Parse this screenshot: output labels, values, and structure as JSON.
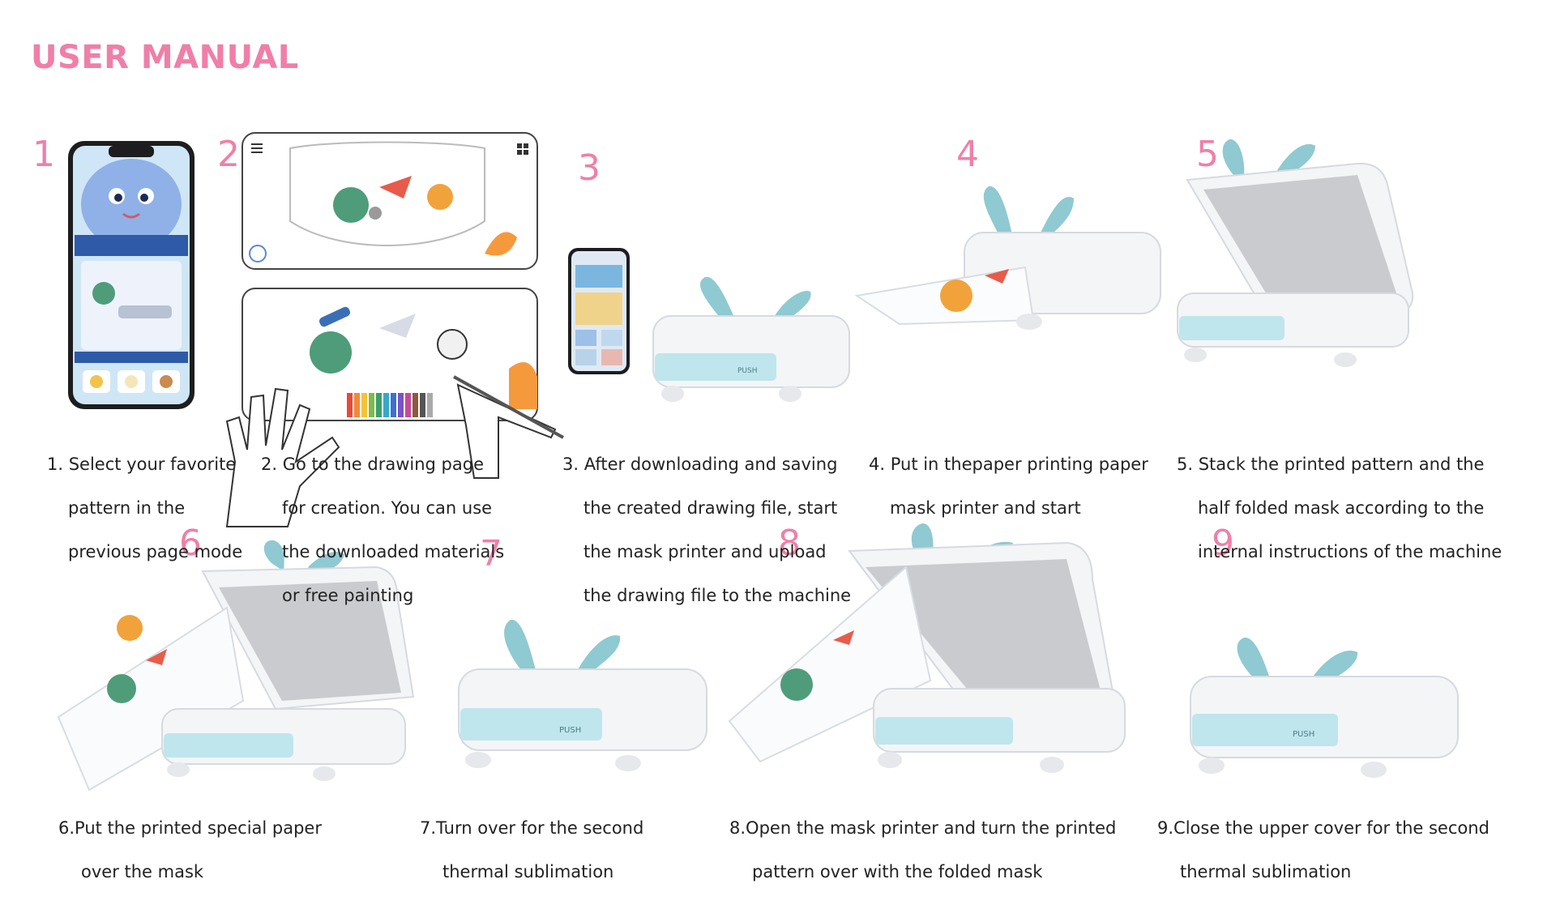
{
  "header": {
    "title": "USER MANUAL"
  },
  "colors": {
    "accent_pink": "#f07fa8",
    "printer_white": "#f4f5f7",
    "printer_shadow": "#d6dadf",
    "ear_teal": "#8fc9d2",
    "light_strip": "#bfe6ec",
    "metal_plate": "#c9cbcf"
  },
  "steps": [
    {
      "number": "1",
      "lines": [
        "1. Select your favorite",
        "pattern in the",
        "previous page mode"
      ]
    },
    {
      "number": "2",
      "lines": [
        "2. Go to the drawing page",
        "for creation. You can use",
        "the downloaded materials",
        "or free painting"
      ]
    },
    {
      "number": "3",
      "lines": [
        "3. After downloading and saving",
        "the created drawing file, start",
        "the mask printer and upload",
        "the drawing file to the machine"
      ]
    },
    {
      "number": "4",
      "lines": [
        "4. Put in thepaper printing paper",
        "mask printer and start"
      ]
    },
    {
      "number": "5",
      "lines": [
        "5. Stack the printed pattern and the",
        "half folded mask according to the",
        "internal instructions of the machine"
      ]
    },
    {
      "number": "6",
      "lines": [
        "6.Put the printed special paper",
        "over the mask"
      ]
    },
    {
      "number": "7",
      "lines": [
        "7.Turn over for the second",
        "thermal sublimation"
      ]
    },
    {
      "number": "8",
      "lines": [
        "8.Open the mask printer and turn the printed",
        "pattern over with the folded mask"
      ]
    },
    {
      "number": "9",
      "lines": [
        "9.Close the upper cover for the second",
        "thermal sublimation"
      ]
    }
  ],
  "device": {
    "push_label": "PUSH"
  },
  "icons": [
    "phone-icon",
    "tablet-icon",
    "hand-icon",
    "printer-icon",
    "mask-icon",
    "rocket-icon",
    "astronaut-icon",
    "planet-icon",
    "telescope-icon",
    "crayon-icon",
    "menu-icon",
    "grid-icon"
  ]
}
